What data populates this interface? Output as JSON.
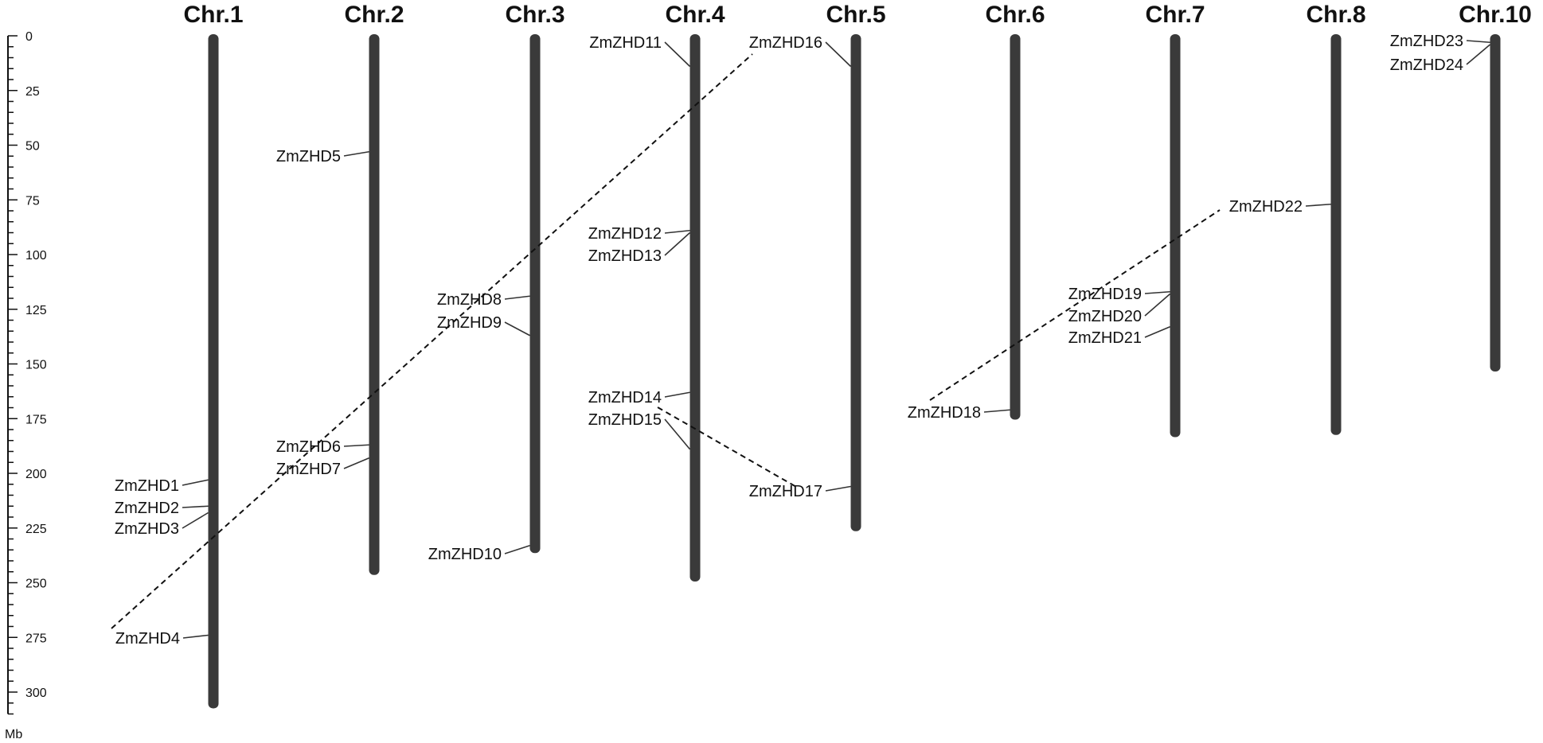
{
  "unit_label": "Mb",
  "scale_ticks": [
    0,
    25,
    50,
    75,
    100,
    125,
    150,
    175,
    200,
    225,
    250,
    275,
    300
  ],
  "chromosomes": [
    {
      "name": "Chr.1",
      "length": 306
    },
    {
      "name": "Chr.2",
      "length": 245
    },
    {
      "name": "Chr.3",
      "length": 235
    },
    {
      "name": "Chr.4",
      "length": 248
    },
    {
      "name": "Chr.5",
      "length": 225
    },
    {
      "name": "Chr.6",
      "length": 174
    },
    {
      "name": "Chr.7",
      "length": 182
    },
    {
      "name": "Chr.8",
      "length": 181
    },
    {
      "name": "Chr.10",
      "length": 152
    }
  ],
  "genes": [
    {
      "name": "ZmZHD1",
      "chr": 0,
      "pos": 203,
      "side": "left"
    },
    {
      "name": "ZmZHD2",
      "chr": 0,
      "pos": 215,
      "side": "left"
    },
    {
      "name": "ZmZHD3",
      "chr": 0,
      "pos": 218,
      "side": "left"
    },
    {
      "name": "ZmZHD4",
      "chr": 0,
      "pos": 274,
      "side": "left"
    },
    {
      "name": "ZmZHD5",
      "chr": 1,
      "pos": 53,
      "side": "left"
    },
    {
      "name": "ZmZHD6",
      "chr": 1,
      "pos": 187,
      "side": "left"
    },
    {
      "name": "ZmZHD7",
      "chr": 1,
      "pos": 193,
      "side": "left"
    },
    {
      "name": "ZmZHD8",
      "chr": 2,
      "pos": 119,
      "side": "left"
    },
    {
      "name": "ZmZHD9",
      "chr": 2,
      "pos": 137,
      "side": "left"
    },
    {
      "name": "ZmZHD10",
      "chr": 2,
      "pos": 233,
      "side": "left"
    },
    {
      "name": "ZmZHD11",
      "chr": 3,
      "pos": 14,
      "side": "left"
    },
    {
      "name": "ZmZHD12",
      "chr": 3,
      "pos": 89,
      "side": "left"
    },
    {
      "name": "ZmZHD13",
      "chr": 3,
      "pos": 90,
      "side": "left"
    },
    {
      "name": "ZmZHD14",
      "chr": 3,
      "pos": 163,
      "side": "left"
    },
    {
      "name": "ZmZHD15",
      "chr": 3,
      "pos": 189,
      "side": "left"
    },
    {
      "name": "ZmZHD16",
      "chr": 4,
      "pos": 14,
      "side": "left"
    },
    {
      "name": "ZmZHD17",
      "chr": 4,
      "pos": 206,
      "side": "left"
    },
    {
      "name": "ZmZHD18",
      "chr": 5,
      "pos": 171,
      "side": "left"
    },
    {
      "name": "ZmZHD19",
      "chr": 6,
      "pos": 117,
      "side": "left"
    },
    {
      "name": "ZmZHD20",
      "chr": 6,
      "pos": 118,
      "side": "left"
    },
    {
      "name": "ZmZHD21",
      "chr": 6,
      "pos": 133,
      "side": "left"
    },
    {
      "name": "ZmZHD22",
      "chr": 7,
      "pos": 77,
      "side": "left"
    },
    {
      "name": "ZmZHD23",
      "chr": 8,
      "pos": 3,
      "side": "left"
    },
    {
      "name": "ZmZHD24",
      "chr": 8,
      "pos": 4,
      "side": "left"
    }
  ],
  "segmental_duplications": [
    {
      "from": "ZmZHD4",
      "to": "ZmZHD16"
    },
    {
      "from": "ZmZHD14",
      "to": "ZmZHD17"
    },
    {
      "from": "ZmZHD18",
      "to": "ZmZHD22"
    }
  ],
  "colors": {
    "chromosome": "#3a3a3a",
    "line": "#333333",
    "text": "#111111"
  }
}
